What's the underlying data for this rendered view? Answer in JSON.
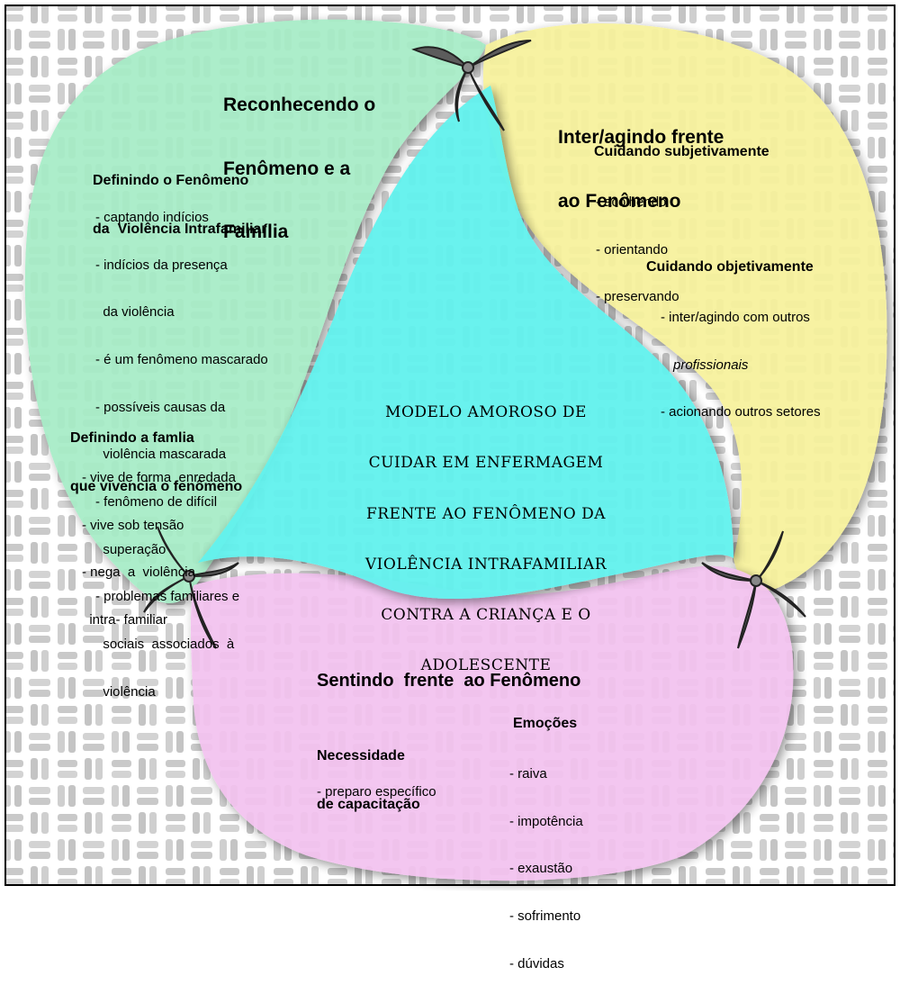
{
  "center": {
    "lines": [
      "MODELO AMOROSO DE",
      "CUIDAR EM ENFERMAGEM",
      "FRENTE AO FENÔMENO DA",
      "VIOLÊNCIA INTRAFAMILIAR",
      "CONTRA A CRIANÇA E O",
      "ADOLESCENTE"
    ]
  },
  "green": {
    "title": [
      "Reconhecendo o",
      "Fenômeno e a",
      "Família"
    ],
    "block1": {
      "heading": [
        "Definindo o Fenômeno",
        "da  Violência Intrafamiliar"
      ],
      "items": [
        "- captando indícios",
        "- indícios da presença",
        "  da violência",
        "- é um fenômeno mascarado",
        "- possíveis causas da",
        "  violência mascarada",
        "- fenômeno de difícil",
        "  superação",
        "- problemas familiares e",
        "  sociais  associados  à",
        "  violência"
      ]
    },
    "block2": {
      "heading": [
        "Definindo a famlia",
        "que vivencia o fenômeno"
      ],
      "items": [
        "- vive de forma  enredada",
        "- vive sob tensão",
        "- nega  a  violência",
        "  intra- familiar"
      ]
    }
  },
  "yellow": {
    "title": [
      "Inter/agindo frente",
      "ao Fenômeno"
    ],
    "block1": {
      "heading": "Cuidando subjetivamente",
      "items": [
        "- acolhendo",
        "- orientando",
        "- preservando"
      ]
    },
    "block2": {
      "heading": "Cuidando objetivamente",
      "items": [
        "- inter/agindo com outros",
        "profissionais",
        "- acionando outros setores"
      ]
    }
  },
  "pink": {
    "title": "Sentindo  frente  ao Fenômeno",
    "left": {
      "heading": [
        "Necessidade",
        "de capacitação"
      ],
      "items": [
        "- preparo específico"
      ]
    },
    "right": {
      "heading": "Emoções",
      "items": [
        "- raiva",
        "- impotência",
        "- exaustão",
        "- sofrimento",
        "- dúvidas"
      ]
    }
  },
  "colors": {
    "green": "#a6ecc6",
    "yellow": "#f7f29c",
    "pink": "#f3c2ef",
    "cyan": "#62f2ee",
    "weave": "#c8c8c8",
    "knot": "#6a6a6a"
  },
  "icons": [
    "weave-background",
    "knot-icon-top",
    "knot-icon-left",
    "knot-icon-right"
  ]
}
